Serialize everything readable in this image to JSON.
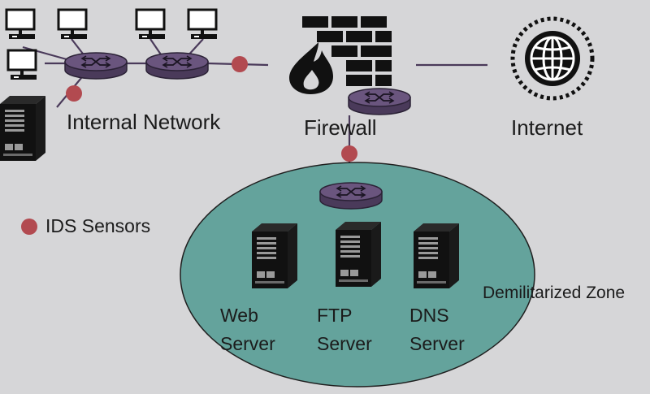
{
  "labels": {
    "internal_network": "Internal Network",
    "firewall": "Firewall",
    "internet": "Internet",
    "ids_sensors": "IDS Sensors",
    "dmz": "Demilitarized Zone",
    "web_line1": "Web",
    "web_line2": "Server",
    "ftp_line1": "FTP",
    "ftp_line2": "Server",
    "dns_line1": "DNS",
    "dns_line2": "Server"
  },
  "colors": {
    "background": "#d6d6d8",
    "dmz_fill": "#64a39c",
    "router": "#5e4a70",
    "router_stroke": "#2b2236",
    "ids_dot": "#b24a50",
    "link": "#4a3a5a",
    "icon": "#111111"
  },
  "icons": {
    "globe": "globe-icon",
    "firewall": "brick-wall-flame-icon",
    "router": "router-icon",
    "server": "server-tower-icon",
    "workstation": "computer-icon"
  }
}
